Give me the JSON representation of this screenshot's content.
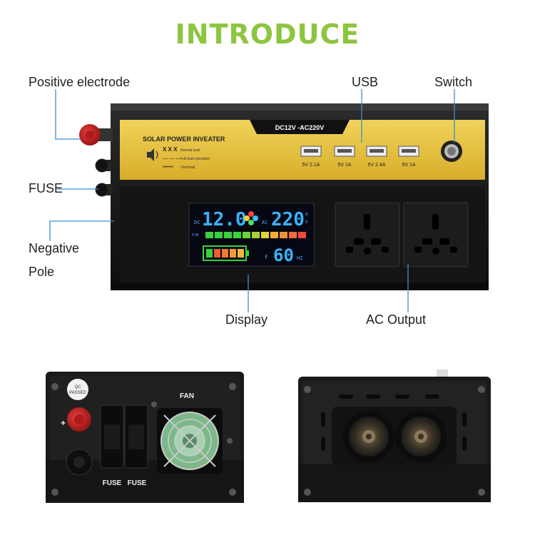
{
  "title": "INTRODUCE",
  "title_color": "#8cc63f",
  "callouts": {
    "positive_electrode": "Positive electrode",
    "usb": "USB",
    "switch": "Switch",
    "fuse": "FUSE",
    "negative": "Negative",
    "pole": "Pole",
    "display": "Display",
    "ac_output": "AC Output"
  },
  "callout_line_color": "#3a8fd8",
  "panel": {
    "voltage_label": "DC12V -AC220V",
    "brand": "SOLAR POWER INVEATER",
    "legend": [
      {
        "symbol": "X X X",
        "text": "Normal load"
      },
      {
        "symbol": "— — —",
        "text": "Full load operation"
      },
      {
        "symbol": "•••••••",
        "text": "Overload"
      }
    ],
    "usb_ports": [
      "5V 2.1A",
      "5V 1A",
      "5V 2.4A",
      "5V 1A"
    ],
    "panel_color": "#e8c440"
  },
  "lcd": {
    "dc_label": "DC",
    "dc_value": "12.0",
    "ac_label": "AC",
    "ac_value": "220",
    "unit_av": "A V",
    "pw_label": "P/W",
    "f_label": "F",
    "freq_value": "60",
    "hz_label": "HZ"
  },
  "rear_panel": {
    "qc_line1": "QC",
    "qc_line2": "PASSED",
    "fan_label": "FAN",
    "plus_label": "+",
    "fuse_labels": [
      "FUSE",
      "FUSE"
    ]
  }
}
